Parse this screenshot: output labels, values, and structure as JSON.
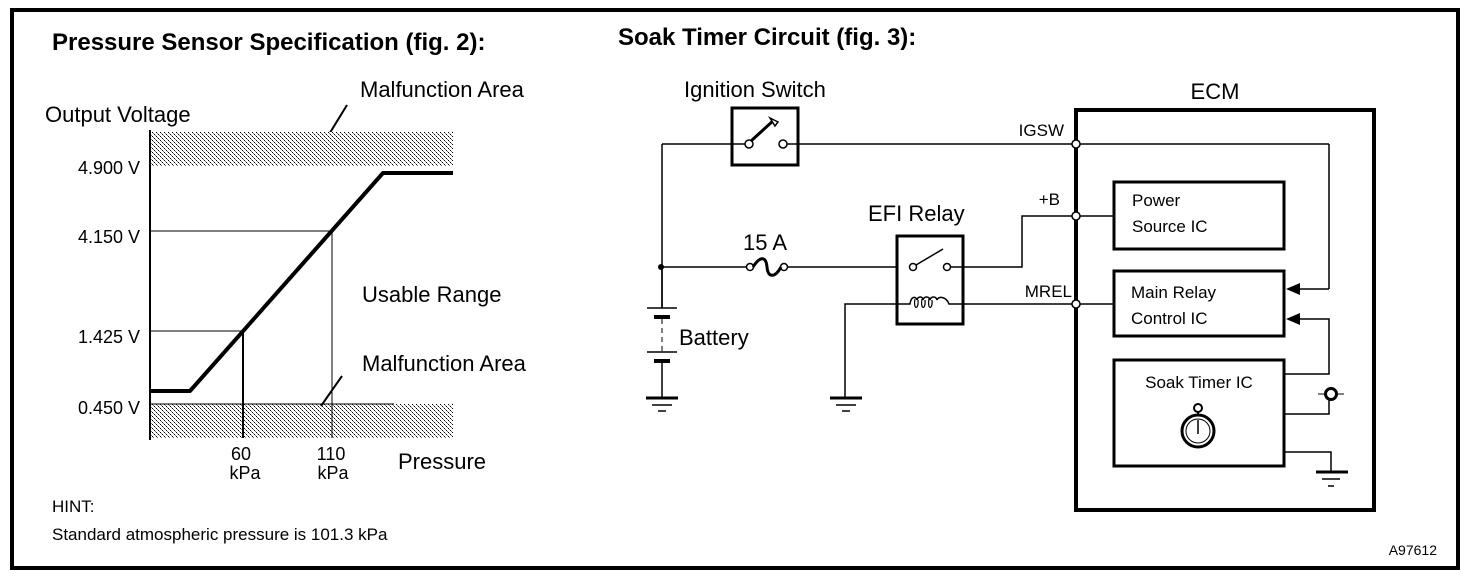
{
  "figure_id": "A97612",
  "left_panel": {
    "title": "Pressure Sensor Specification (fig. 2):",
    "y_axis_label": "Output Voltage",
    "x_axis_label": "Pressure",
    "region_labels": {
      "upper_malfunction": "Malfunction Area",
      "usable": "Usable Range",
      "lower_malfunction": "Malfunction Area"
    },
    "y_ticks": [
      "4.900 V",
      "4.150 V",
      "1.425 V",
      "0.450 V"
    ],
    "x_ticks": [
      {
        "value": "60",
        "unit": "kPa"
      },
      {
        "value": "110",
        "unit": "kPa"
      }
    ],
    "hint_title": "HINT:",
    "hint_text": "Standard atmospheric pressure is 101.3 kPa"
  },
  "chart_data": {
    "type": "line",
    "title": "Pressure Sensor Specification (fig. 2):",
    "xlabel": "Pressure",
    "ylabel": "Output Voltage",
    "x_unit": "kPa",
    "y_unit": "V",
    "marked_points": [
      {
        "x": 60,
        "y": 1.425
      },
      {
        "x": 110,
        "y": 4.15
      }
    ],
    "y_reference_lines": [
      0.45,
      1.425,
      4.15,
      4.9
    ],
    "x_reference_lines": [
      60,
      110
    ],
    "malfunction_areas": [
      {
        "label": "Malfunction Area",
        "y_range": [
          4.9,
          null
        ]
      },
      {
        "label": "Malfunction Area",
        "y_range": [
          null,
          0.45
        ]
      }
    ],
    "usable_range_label": "Usable Range",
    "grid": false
  },
  "right_panel": {
    "title": "Soak Timer Circuit (fig. 3):",
    "components": {
      "ignition_switch": "Ignition Switch",
      "fuse": "15 A",
      "efi_relay": "EFI Relay",
      "battery": "Battery",
      "ecm": "ECM",
      "power_source_ic": [
        "Power",
        "Source IC"
      ],
      "main_relay_control_ic": [
        "Main Relay",
        "Control IC"
      ],
      "soak_timer_ic": "Soak Timer IC"
    },
    "terminals": {
      "igsw": "IGSW",
      "plus_b": "+B",
      "mrel": "MREL"
    }
  }
}
